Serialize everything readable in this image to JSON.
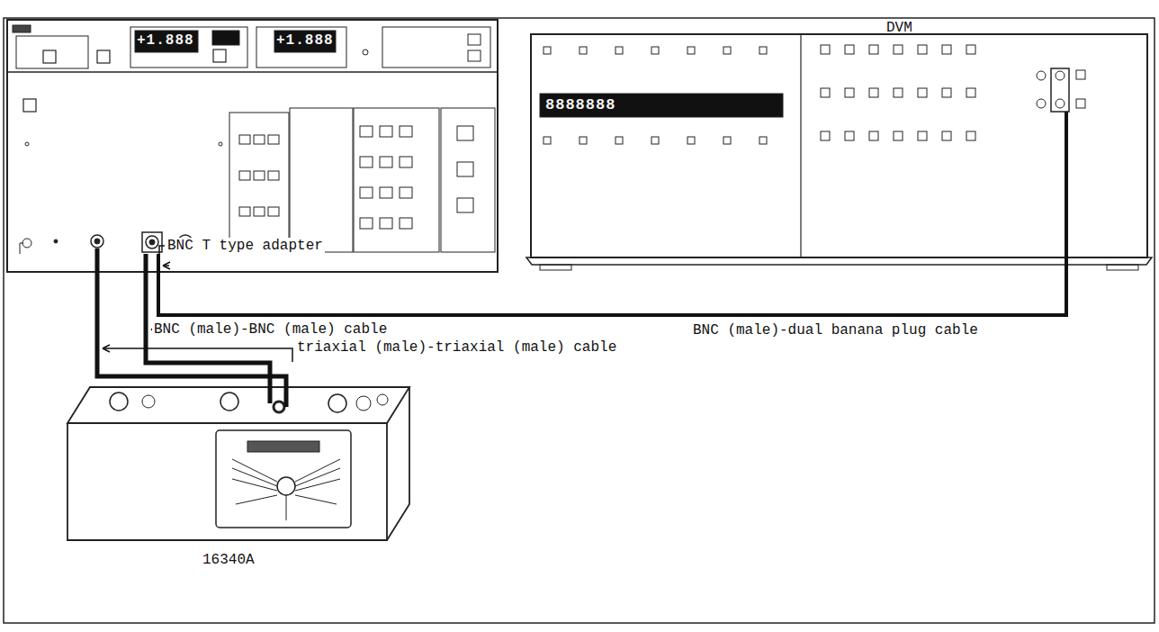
{
  "diagram": {
    "nodes": [
      {
        "text": [
          "DVM"
        ]
      },
      {
        "text": [
          "16340A"
        ]
      }
    ],
    "labels": [
      "+1.888",
      "+1.888",
      "8888888",
      "BNC T type adapter",
      "BNC (male)-BNC (male) cable",
      "BNC (male)-dual banana plug cable",
      "triaxial (male)-triaxial (male) cable"
    ]
  }
}
